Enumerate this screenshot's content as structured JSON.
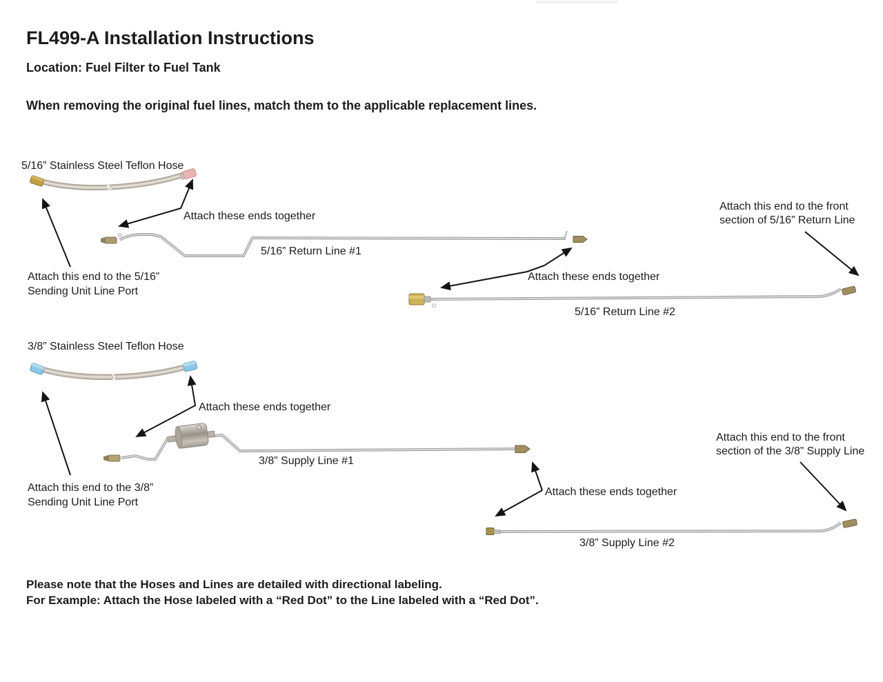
{
  "page": {
    "title": "FL499-A Installation Instructions",
    "location_line": "Location: Fuel Filter to Fuel Tank",
    "intro_line": "When removing the original fuel lines, match them to the applicable replacement lines.",
    "note_line_1": "Please note that the Hoses and Lines are detailed with directional labeling.",
    "note_line_2": "For Example: Attach the Hose labeled with a “Red Dot” to the Line labeled with a “Red Dot”."
  },
  "section_516": {
    "hose_label": "5/16” Stainless Steel Teflon Hose",
    "attach_ends_hose": "Attach these ends together",
    "return_line_1_label": "5/16” Return Line #1",
    "attach_front_line1": "Attach this end to the front",
    "attach_front_line2": "section of 5/16” Return Line",
    "attach_sending_line1": "Attach this end to the 5/16”",
    "attach_sending_line2": "Sending Unit Line Port",
    "attach_ends_lines": "Attach these ends together",
    "return_line_2_label": "5/16” Return Line #2"
  },
  "section_38": {
    "hose_label": "3/8” Stainless Steel Teflon Hose",
    "attach_ends_hose": "Attach these ends together",
    "supply_line_1_label": "3/8” Supply Line #1",
    "attach_front_line1": "Attach this end to the front",
    "attach_front_line2": "section of the 3/8” Supply Line",
    "attach_sending_line1": "Attach this end to the 3/8”",
    "attach_sending_line2": "Sending Unit Line Port",
    "attach_ends_lines": "Attach these ends together",
    "supply_line_2_label": "3/8” Supply Line #2"
  },
  "colors": {
    "text": "#1d1d1d",
    "arrow": "#141414",
    "tube_gray": "#a8a8a8",
    "tube_highlight": "#dedede",
    "hose_braid": "#ada698",
    "brass_fitting": "#c2a145",
    "red_dot_fitting": "#eab5b0",
    "blue_fitting": "#8ec7e6",
    "filter_body": "#b5afa3"
  }
}
